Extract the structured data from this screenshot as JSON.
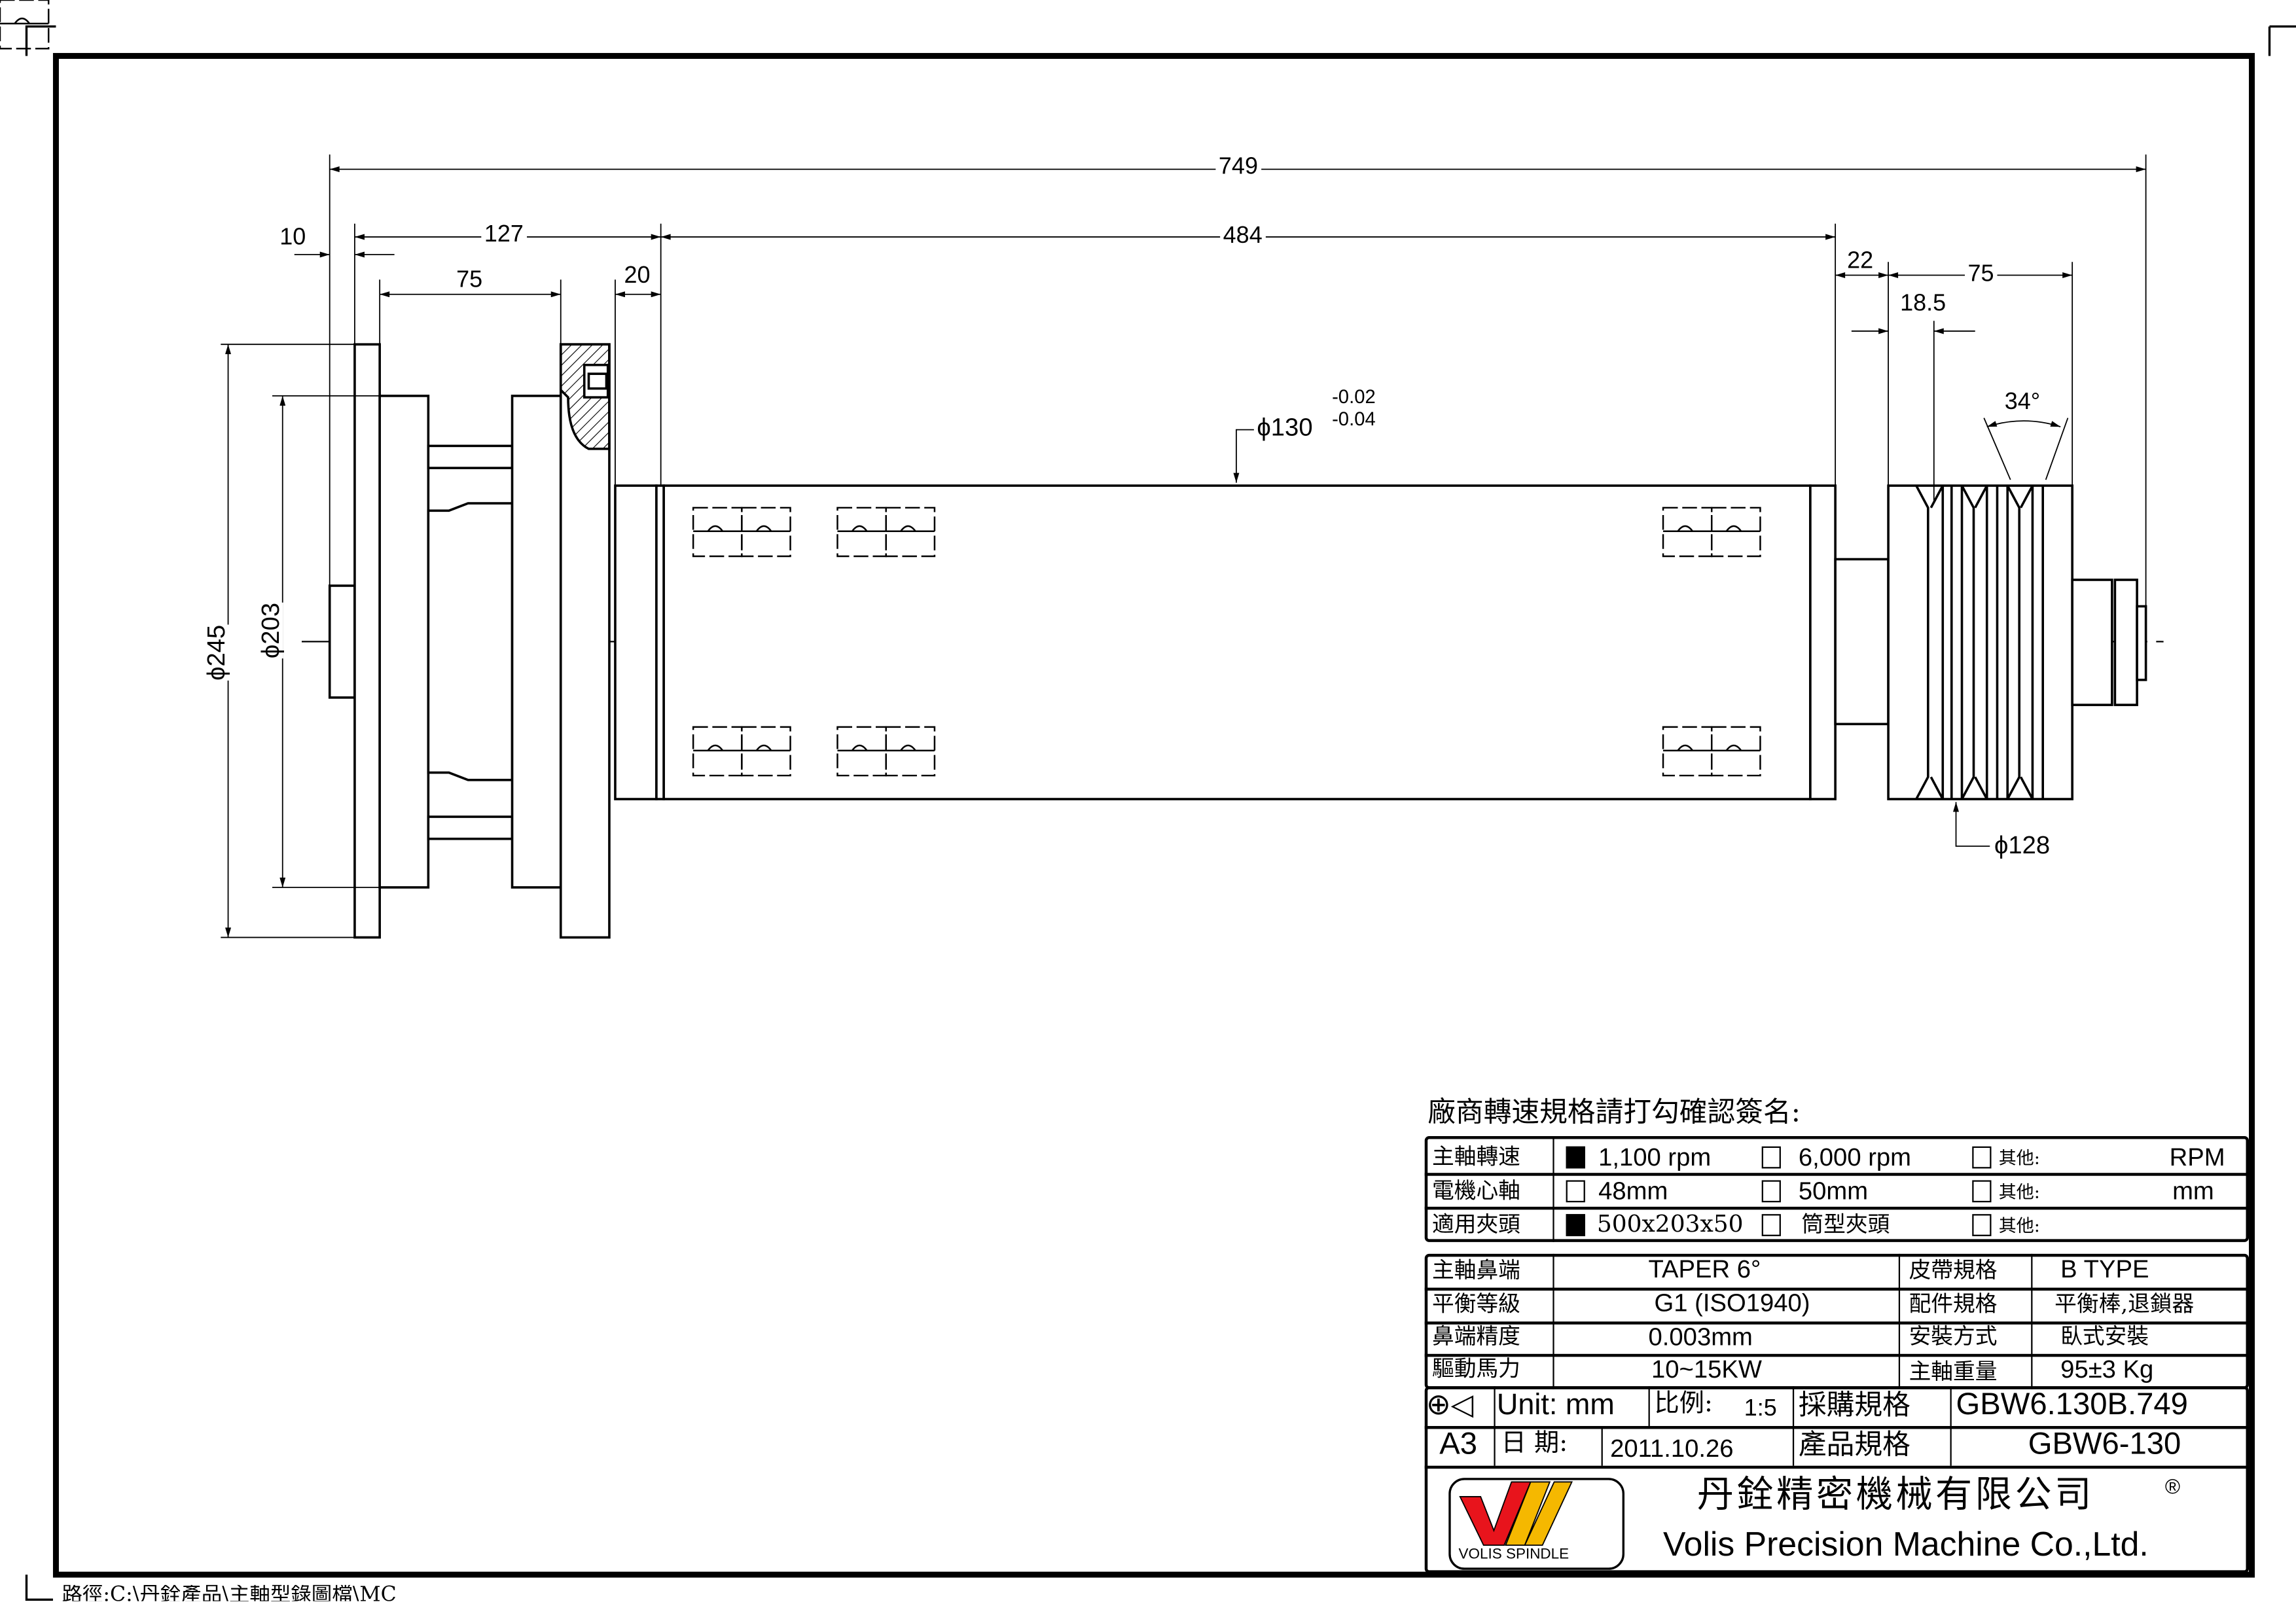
{
  "dimensions": {
    "overall": "749",
    "flange_offset": "10",
    "chuck_length": "127",
    "drum_length": "484",
    "adapter_length": "75",
    "nose_length": "20",
    "shaft_gap": "22",
    "pulley_length": "75",
    "groove_pitch": "18.5",
    "groove_angle": "34°",
    "drum_diameter": "ϕ130",
    "tol_upper": "-0.02",
    "tol_lower": "-0.04",
    "flange_diameter": "ϕ245",
    "bolt_circle": "ϕ203",
    "pulley_diameter": "ϕ128"
  },
  "confirm_heading": "廠商轉速規格請打勾確認簽名:",
  "options": [
    {
      "label": "主軸轉速",
      "choices": [
        {
          "text": "1,100 rpm",
          "checked": true
        },
        {
          "text": "6,000 rpm",
          "checked": false
        },
        {
          "text": "其他:",
          "checked": false
        }
      ],
      "unit": "RPM"
    },
    {
      "label": "電機心軸",
      "choices": [
        {
          "text": "48mm",
          "checked": false
        },
        {
          "text": "50mm",
          "checked": false
        },
        {
          "text": "其他:",
          "checked": false
        }
      ],
      "unit": "mm"
    },
    {
      "label": "適用夾頭",
      "choices": [
        {
          "text": "500x203x50",
          "checked": true
        },
        {
          "text": "筒型夾頭",
          "checked": false
        },
        {
          "text": "其他:",
          "checked": false
        }
      ],
      "unit": ""
    }
  ],
  "specs": [
    {
      "label": "主軸鼻端",
      "value": "TAPER  6°",
      "label2": "皮帶規格",
      "value2": "B TYPE"
    },
    {
      "label": "平衡等級",
      "value": "G1  (ISO1940)",
      "label2": "配件規格",
      "value2": "平衡棒,退鎖器"
    },
    {
      "label": "鼻端精度",
      "value": "0.003mm",
      "label2": "安裝方式",
      "value2": "臥式安裝"
    },
    {
      "label": "驅動馬力",
      "value": "10~15KW",
      "label2": "主軸重量",
      "value2": "95±3 Kg"
    }
  ],
  "title_block": {
    "unit": "Unit:  mm",
    "scale_label": "比例:",
    "scale": "1:5",
    "purchase_label": "採購規格",
    "purchase_spec": "GBW6.130B.749",
    "sheet": "A3",
    "date_label": "日 期:",
    "date": "2011.10.26",
    "product_label": "產品規格",
    "product_spec": "GBW6-130",
    "company_cn": "丹銓精密機械有限公司",
    "registered": "®",
    "company_en": "Volis Precision Machine Co.,Ltd.",
    "logo_text": "VOLIS SPINDLE"
  },
  "file_path": "路徑:C:\\丹銓產品\\主軸型錄圖檔\\MC",
  "colors": {
    "logo_red": "#e8141c",
    "logo_yellow": "#f5b800"
  }
}
